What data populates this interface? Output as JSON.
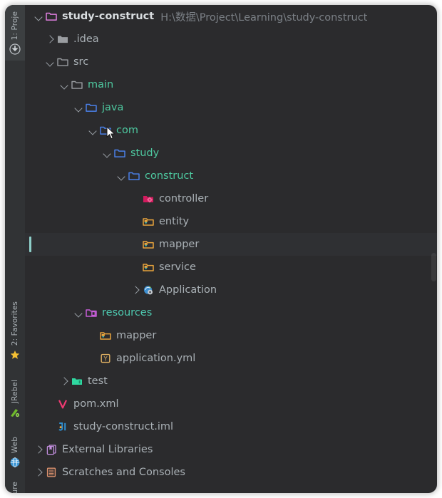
{
  "window": {
    "background": "#2b2b2d",
    "stripe_background": "#313335",
    "hover_row_background": "#2f3033",
    "marker_color": "#8ecfc9"
  },
  "stripe": {
    "buttons": [
      {
        "label": "1: Proje",
        "icon": "project-icon",
        "active": true
      },
      {
        "label": "2: Favorites",
        "icon": "star-icon",
        "active": false
      },
      {
        "label": "JRebel",
        "icon": "jrebel-icon",
        "active": false
      },
      {
        "label": "Web",
        "icon": "web-globe-icon",
        "active": false
      },
      {
        "label": "ure",
        "icon": "structure-icon",
        "active": false
      }
    ]
  },
  "tree": {
    "nodes": [
      {
        "name": "study-construct",
        "path": "H:\\数据\\Project\\Learning\\study-construct",
        "icon": "project-root-folder-icon",
        "arrow": "down",
        "depth": 0,
        "style": "root"
      },
      {
        "name": ".idea",
        "path": "",
        "icon": "folder-filled-gray-icon",
        "arrow": "right",
        "depth": 1,
        "style": "plain"
      },
      {
        "name": "src",
        "path": "",
        "icon": "folder-outline-gray-icon",
        "arrow": "down",
        "depth": 1,
        "style": "plain"
      },
      {
        "name": "main",
        "path": "",
        "icon": "folder-outline-gray-icon",
        "arrow": "down",
        "depth": 2,
        "style": "teal"
      },
      {
        "name": "java",
        "path": "",
        "icon": "source-root-folder-icon",
        "arrow": "down",
        "depth": 3,
        "style": "teal"
      },
      {
        "name": "com",
        "path": "",
        "icon": "package-folder-icon",
        "arrow": "down",
        "depth": 4,
        "style": "teal"
      },
      {
        "name": "study",
        "path": "",
        "icon": "package-folder-icon",
        "arrow": "down",
        "depth": 5,
        "style": "teal"
      },
      {
        "name": "construct",
        "path": "",
        "icon": "package-folder-icon",
        "arrow": "down",
        "depth": 6,
        "style": "teal"
      },
      {
        "name": "controller",
        "path": "",
        "icon": "spring-controller-folder-icon",
        "arrow": "none",
        "depth": 7,
        "style": "plain"
      },
      {
        "name": "entity",
        "path": "",
        "icon": "package-yellow-folder-icon",
        "arrow": "none",
        "depth": 7,
        "style": "plain"
      },
      {
        "name": "mapper",
        "path": "",
        "icon": "package-yellow-folder-icon",
        "arrow": "none",
        "depth": 7,
        "style": "plain",
        "hovered": true,
        "marker": true
      },
      {
        "name": "service",
        "path": "",
        "icon": "package-yellow-folder-icon",
        "arrow": "none",
        "depth": 7,
        "style": "plain"
      },
      {
        "name": "Application",
        "path": "",
        "icon": "spring-boot-class-icon",
        "arrow": "right",
        "depth": 6,
        "style": "plain"
      },
      {
        "name": "resources",
        "path": "",
        "icon": "resources-root-folder-icon",
        "arrow": "down",
        "depth": 3,
        "style": "cyan"
      },
      {
        "name": "mapper",
        "path": "",
        "icon": "package-yellow-folder-icon",
        "arrow": "none",
        "depth": 4,
        "style": "plain"
      },
      {
        "name": "application.yml",
        "path": "",
        "icon": "yaml-file-icon",
        "arrow": "none",
        "depth": 4,
        "style": "plain"
      },
      {
        "name": "test",
        "path": "",
        "icon": "test-root-folder-icon",
        "arrow": "right",
        "depth": 2,
        "style": "plain"
      },
      {
        "name": "pom.xml",
        "path": "",
        "icon": "maven-pom-icon",
        "arrow": "none",
        "depth": 1,
        "style": "plain"
      },
      {
        "name": "study-construct.iml",
        "path": "",
        "icon": "iml-module-icon",
        "arrow": "none",
        "depth": 1,
        "style": "plain"
      },
      {
        "name": "External Libraries",
        "path": "",
        "icon": "external-libraries-icon",
        "arrow": "right",
        "depth": 0,
        "style": "plain"
      },
      {
        "name": "Scratches and Consoles",
        "path": "",
        "icon": "scratches-icon",
        "arrow": "right",
        "depth": 0,
        "style": "plain"
      }
    ]
  }
}
